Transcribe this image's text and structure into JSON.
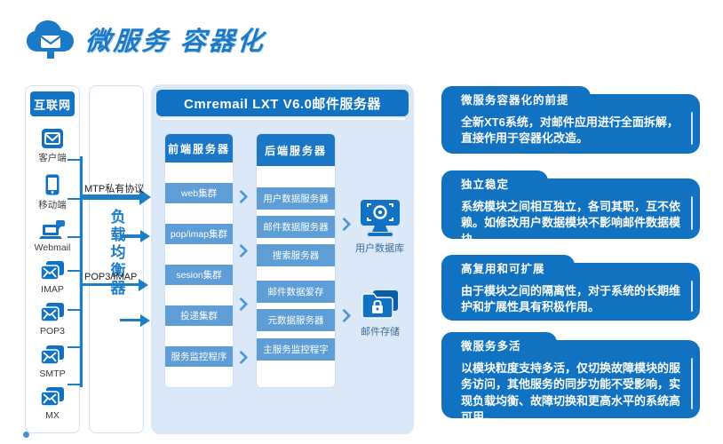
{
  "logo": {
    "title": "微服务 容器化"
  },
  "internet": {
    "header": "互联网",
    "items": [
      {
        "icon": "mail-client-icon",
        "label": "客户端"
      },
      {
        "icon": "mobile-icon",
        "label": "移动端"
      },
      {
        "icon": "webmail-laptop-icon",
        "label": "Webmail"
      },
      {
        "icon": "envelope-stack-icon",
        "label": "IMAP"
      },
      {
        "icon": "envelope-stack-icon",
        "label": "POP3"
      },
      {
        "icon": "envelope-stack-icon",
        "label": "SMTP"
      },
      {
        "icon": "envelope-stack-icon",
        "label": "MX"
      }
    ]
  },
  "load_balancer": {
    "label": "负载均衡器"
  },
  "connections": {
    "smtp_label": "MTP私有协议",
    "pop_label": "POP3/IMAP"
  },
  "main_box": {
    "title": "Cmremail LXT V6.0邮件服务器",
    "front": {
      "header": "前端服务器",
      "rows": [
        "web集群",
        "pop/imap集群",
        "sesion集群",
        "投递集群",
        "服务监控程序"
      ]
    },
    "back": {
      "header": "后端服务器",
      "rows": [
        "用户数据服务器",
        "邮件数据服务器",
        "搜索服务器",
        "邮件数据爱存",
        "元数据服务器",
        "主服务监控程字"
      ]
    },
    "storage": [
      {
        "icon": "database-monitor-icon",
        "label": "用户数据库"
      },
      {
        "icon": "mail-storage-folder-icon",
        "label": "邮件存储"
      }
    ]
  },
  "panels": [
    {
      "title": "微服务容器化的前提",
      "body": "全新XT6系统，对邮件应用进行全面拆解，直接作用于容器化改造。"
    },
    {
      "title": "独立稳定",
      "body": "系统模块之间相互独立，各司其职，互不依赖。如修改用户数据模块不影响邮件数据模块"
    },
    {
      "title": "高复用和可扩展",
      "body": "由于模块之间的隔离性，对于系统的长期维护和扩展性具有积极作用。"
    },
    {
      "title": "微服务多活",
      "body": "以模块粒度支持多活，仅切换故障模块的服务访问，其他服务的同步功能不受影响，实现负载均衡、故障切换和更高水平的系统高可用。"
    }
  ],
  "colors": {
    "accent_blue": "#1b7ac8",
    "panel_blue": "#1272c2",
    "header_blue": "#1172c3",
    "row_blue": "#5e9dd6",
    "light_box": "#dbe8f7"
  }
}
